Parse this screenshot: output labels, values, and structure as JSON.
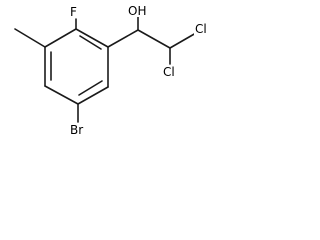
{
  "molecule": {
    "atoms": {
      "fluorine": "F",
      "hydroxyl": "OH",
      "chlorine_top": "Cl",
      "chlorine_bottom": "Cl",
      "bromine": "Br"
    }
  }
}
